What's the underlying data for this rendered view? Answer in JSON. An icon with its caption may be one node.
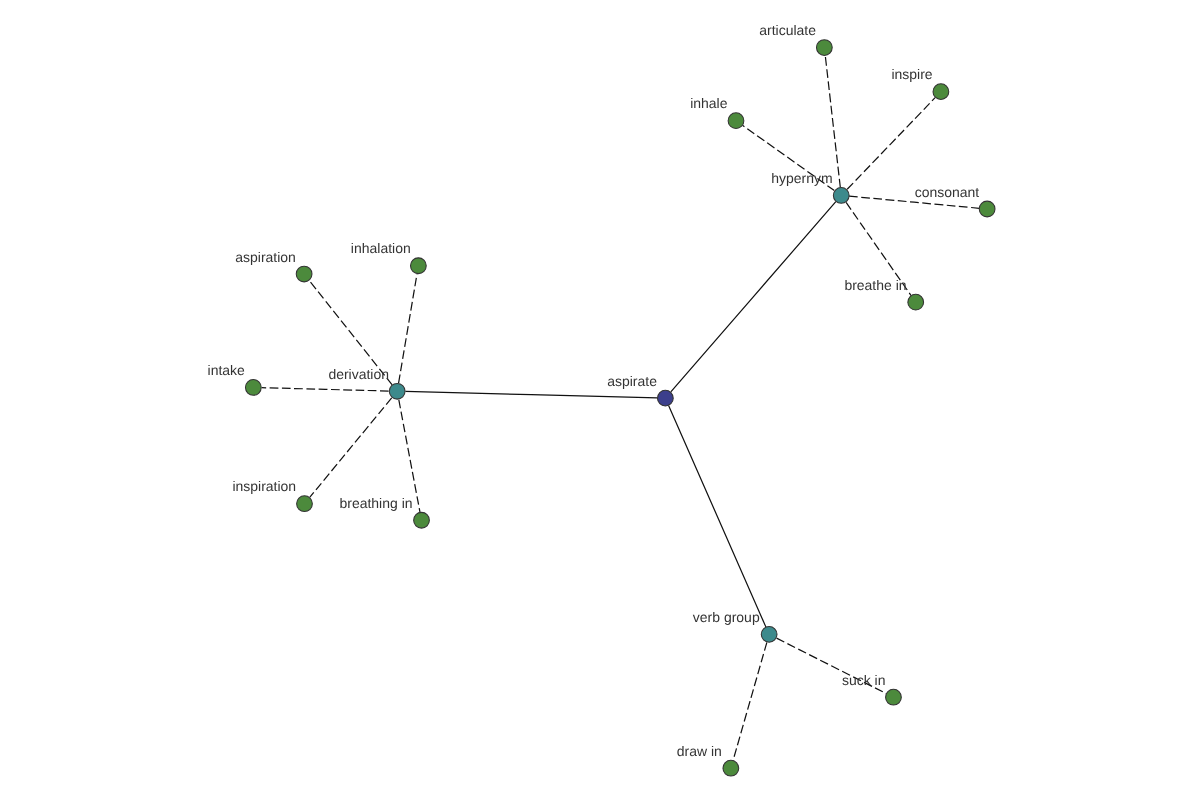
{
  "diagram": {
    "nodes": [
      {
        "text": [
          "aspirate"
        ]
      },
      {
        "text": [
          "derivation"
        ]
      },
      {
        "text": [
          "breathing in"
        ]
      },
      {
        "text": [
          "aspiration"
        ]
      },
      {
        "text": [
          "inhalation"
        ]
      },
      {
        "text": [
          "intake"
        ]
      },
      {
        "text": [
          "inspiration"
        ]
      },
      {
        "text": [
          "verb group"
        ]
      },
      {
        "text": [
          "draw in"
        ]
      },
      {
        "text": [
          "suck in"
        ]
      },
      {
        "text": [
          "hypernym"
        ]
      },
      {
        "text": [
          "inhale"
        ]
      },
      {
        "text": [
          "consonant"
        ]
      },
      {
        "text": [
          "inspire"
        ]
      },
      {
        "text": [
          "articulate"
        ]
      },
      {
        "text": [
          "breathe in"
        ]
      }
    ],
    "edges": [
      {
        "from": 0,
        "to": 1,
        "arrow": "none"
      },
      {
        "from": 1,
        "to": 2,
        "arrow": "none",
        "style": "dashed"
      },
      {
        "from": 1,
        "to": 3,
        "arrow": "none",
        "style": "dashed"
      },
      {
        "from": 1,
        "to": 4,
        "arrow": "none",
        "style": "dashed"
      },
      {
        "from": 1,
        "to": 5,
        "arrow": "none",
        "style": "dashed"
      },
      {
        "from": 1,
        "to": 6,
        "arrow": "none",
        "style": "dashed"
      },
      {
        "from": 0,
        "to": 7,
        "arrow": "none"
      },
      {
        "from": 7,
        "to": 8,
        "arrow": "none",
        "style": "dashed"
      },
      {
        "from": 7,
        "to": 9,
        "arrow": "none",
        "style": "dashed"
      },
      {
        "from": 0,
        "to": 10,
        "arrow": "none"
      },
      {
        "from": 10,
        "to": 11,
        "arrow": "none",
        "style": "dashed"
      },
      {
        "from": 10,
        "to": 12,
        "arrow": "none",
        "style": "dashed"
      },
      {
        "from": 10,
        "to": 13,
        "arrow": "none",
        "style": "dashed"
      },
      {
        "from": 10,
        "to": 14,
        "arrow": "none",
        "style": "dashed"
      },
      {
        "from": 10,
        "to": 15,
        "arrow": "none",
        "style": "dashed"
      }
    ]
  }
}
